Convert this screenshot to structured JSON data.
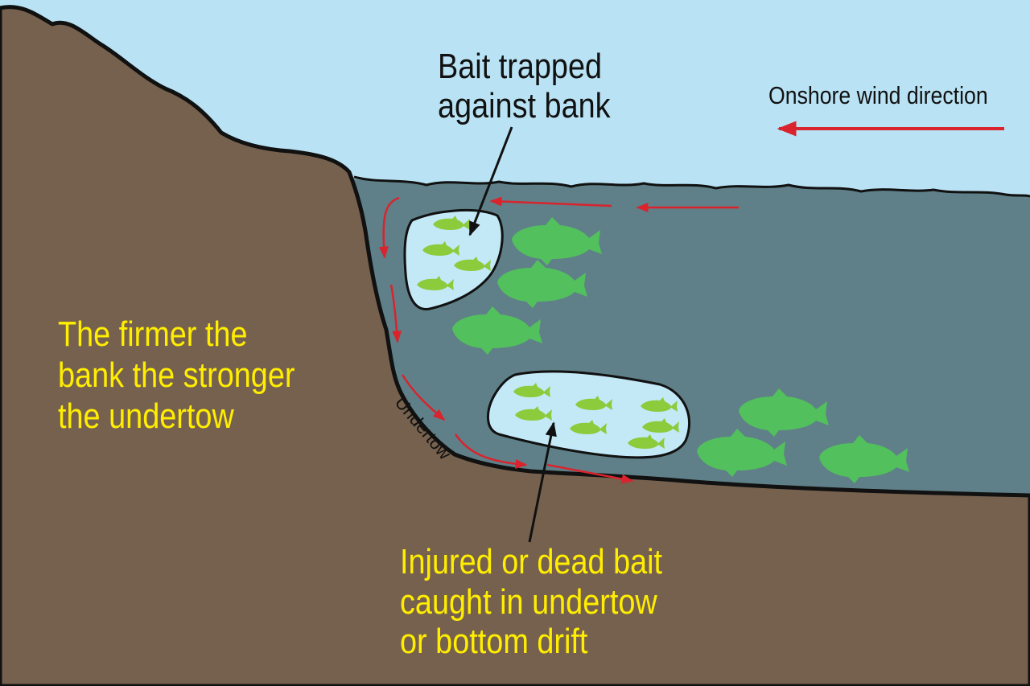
{
  "colors": {
    "sky": "#b9e3f4",
    "ground": "#76614e",
    "water": "#5f8088",
    "bait_pocket": "#c3e9f7",
    "bait_fish": "#8ccb3c",
    "bass": "#52c05c",
    "current_arrow": "#d9232d",
    "label_yellow": "#ffee00",
    "label_black": "#111111"
  },
  "labels": {
    "wind_direction": "Onshore wind direction",
    "bait_trapped": [
      "Bait trapped",
      "against bank"
    ],
    "firmer_bank": [
      "The firmer the",
      "bank the stronger",
      "the undertow"
    ],
    "undertow": "Undertow",
    "injured_bait": [
      "Injured or dead bait",
      "caught in undertow",
      "or bottom drift"
    ]
  },
  "icons": {
    "bass": "bass-fish-icon",
    "bait": "baitfish-icon",
    "arrow": "current-arrow-icon"
  }
}
